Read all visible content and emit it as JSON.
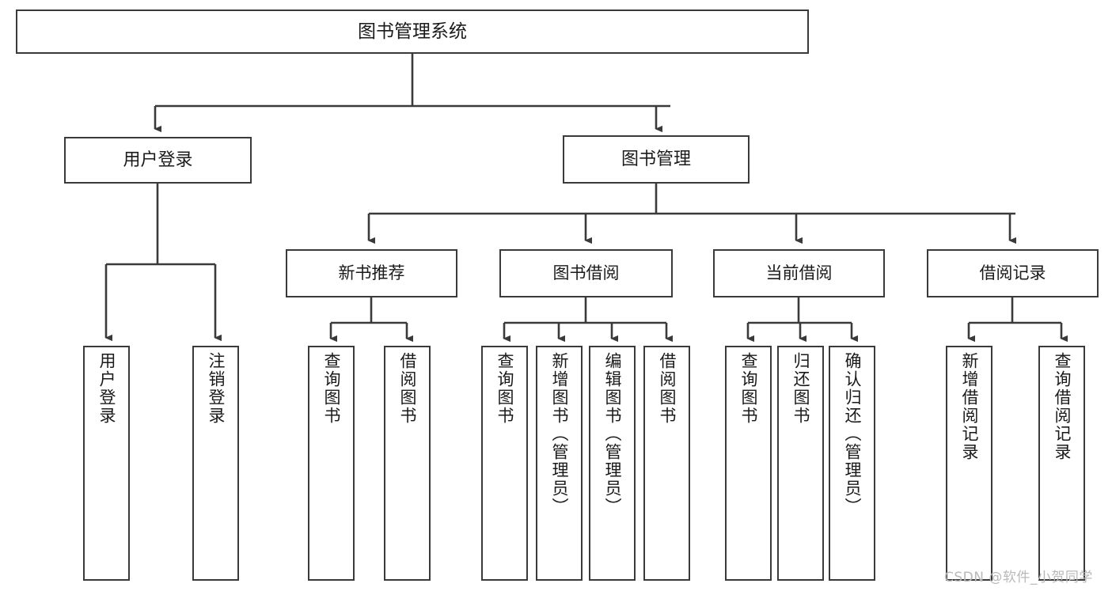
{
  "diagram": {
    "type": "tree",
    "title": "图书管理系统",
    "root": {
      "label": "图书管理系统"
    },
    "level1": [
      {
        "label": "用户登录"
      },
      {
        "label": "图书管理"
      }
    ],
    "level2": [
      {
        "label": "新书推荐"
      },
      {
        "label": "图书借阅"
      },
      {
        "label": "当前借阅"
      },
      {
        "label": "借阅记录"
      }
    ],
    "leaves": {
      "user_login": [
        {
          "label": "用户登录"
        },
        {
          "label": "注销登录"
        }
      ],
      "new_book_recommend": [
        {
          "label": "查询图书"
        },
        {
          "label": "借阅图书"
        }
      ],
      "book_borrow": [
        {
          "label": "查询图书"
        },
        {
          "label": "新增图书（管理员）"
        },
        {
          "label": "编辑图书（管理员）"
        },
        {
          "label": "借阅图书"
        }
      ],
      "current_borrow": [
        {
          "label": "查询图书"
        },
        {
          "label": "归还图书"
        },
        {
          "label": "确认归还（管理员）"
        }
      ],
      "borrow_record": [
        {
          "label": "新增借阅记录"
        },
        {
          "label": "查询借阅记录"
        }
      ]
    }
  },
  "watermark": {
    "text": "CSDN @软件_小贺同学"
  },
  "colors": {
    "background": "#ffffff",
    "stroke": "#3a3a3a",
    "text": "#1a1a1a",
    "watermark": "#b9b9b9"
  }
}
